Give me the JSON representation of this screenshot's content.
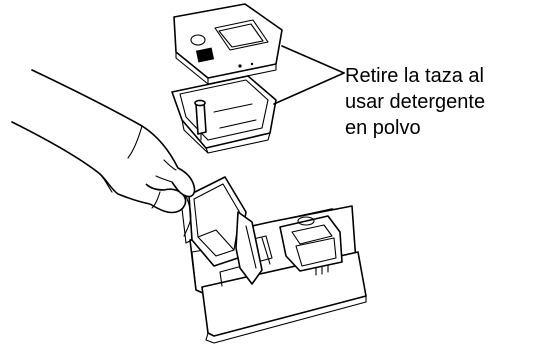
{
  "callout": {
    "lines": [
      "Retire la taza al",
      "usar detergente",
      "en polvo"
    ]
  },
  "illustration": {
    "parts": [
      "detergent-cup-lid",
      "detergent-cup",
      "dispenser-drawer",
      "hand",
      "cup-insert"
    ]
  }
}
